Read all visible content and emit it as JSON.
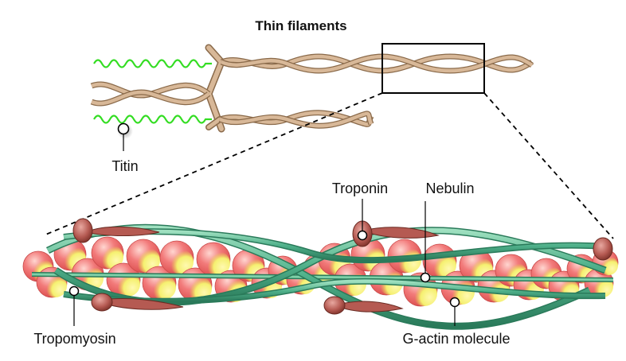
{
  "diagram": {
    "title": "Thin filaments",
    "labels": {
      "titin": "Titin",
      "troponin": "Troponin",
      "nebulin": "Nebulin",
      "tropomyosin": "Tropomyosin",
      "g_actin": "G-actin molecule"
    },
    "colors": {
      "background": "#ffffff",
      "actin_strand": "#d8b898",
      "actin_outline": "#8a6a4a",
      "titin": "#33dd22",
      "actin_sphere": "#f27a7a",
      "actin_highlight": "#f5f070",
      "tropomyosin": "#4fb08a",
      "troponin": "#b55a52",
      "zoom_box": "#000000"
    },
    "icons": [
      "titin-marker-icon",
      "troponin-marker-icon",
      "nebulin-marker-icon",
      "tropomyosin-marker-icon",
      "g-actin-marker-icon"
    ]
  }
}
